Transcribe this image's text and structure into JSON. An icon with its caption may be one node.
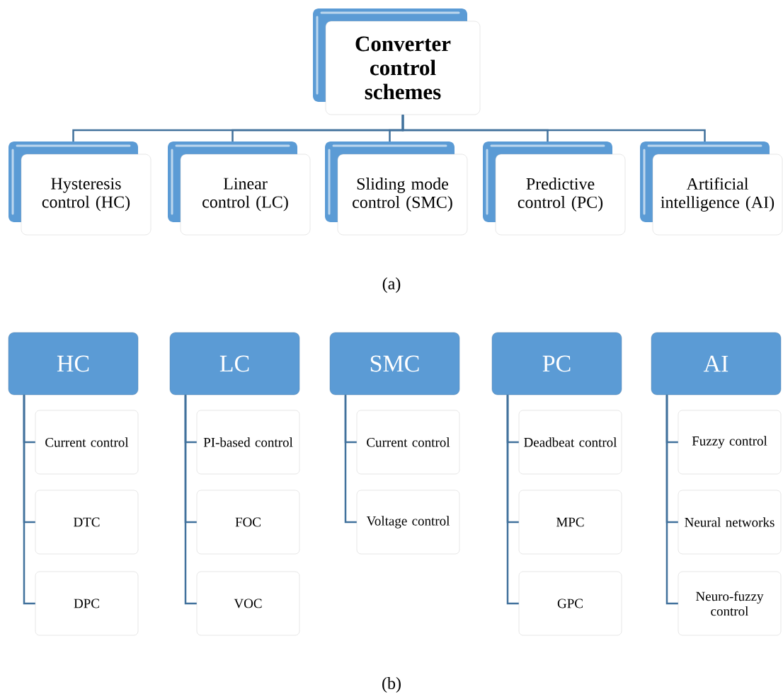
{
  "diagram": {
    "nodes": [
      {
        "text": [
          "Converter control schemes"
        ]
      },
      {
        "text": [
          "Hysteresis control (HC)"
        ]
      },
      {
        "text": [
          "Linear control (LC)"
        ]
      },
      {
        "text": [
          "Sliding mode control (SMC)"
        ]
      },
      {
        "text": [
          "Predictive control (PC)"
        ]
      },
      {
        "text": [
          "Artificial intelligence (AI)"
        ]
      },
      {
        "text": [
          "HC"
        ]
      },
      {
        "text": [
          "Current control"
        ]
      },
      {
        "text": [
          "DTC"
        ]
      },
      {
        "text": [
          "DPC"
        ]
      },
      {
        "text": [
          "LC"
        ]
      },
      {
        "text": [
          "PI-based control"
        ]
      },
      {
        "text": [
          "FOC"
        ]
      },
      {
        "text": [
          "VOC"
        ]
      },
      {
        "text": [
          "SMC"
        ]
      },
      {
        "text": [
          "Current control"
        ]
      },
      {
        "text": [
          "Voltage control"
        ]
      },
      {
        "text": [
          "PC"
        ]
      },
      {
        "text": [
          "Deadbeat control"
        ]
      },
      {
        "text": [
          "MPC"
        ]
      },
      {
        "text": [
          "GPC"
        ]
      },
      {
        "text": [
          "AI"
        ]
      },
      {
        "text": [
          "Fuzzy control"
        ]
      },
      {
        "text": [
          "Neural networks"
        ]
      },
      {
        "text": [
          "Neuro-fuzzy control"
        ]
      }
    ],
    "edges": [
      {
        "from": 0,
        "to": 1,
        "arrow": "none"
      },
      {
        "from": 0,
        "to": 2,
        "arrow": "none"
      },
      {
        "from": 0,
        "to": 3,
        "arrow": "none"
      },
      {
        "from": 0,
        "to": 4,
        "arrow": "none"
      },
      {
        "from": 0,
        "to": 5,
        "arrow": "none"
      },
      {
        "from": 6,
        "to": 7,
        "arrow": "none"
      },
      {
        "from": 6,
        "to": 8,
        "arrow": "none"
      },
      {
        "from": 6,
        "to": 9,
        "arrow": "none"
      },
      {
        "from": 10,
        "to": 11,
        "arrow": "none"
      },
      {
        "from": 10,
        "to": 12,
        "arrow": "none"
      },
      {
        "from": 10,
        "to": 13,
        "arrow": "none"
      },
      {
        "from": 14,
        "to": 15,
        "arrow": "none"
      },
      {
        "from": 14,
        "to": 16,
        "arrow": "none"
      },
      {
        "from": 17,
        "to": 18,
        "arrow": "none"
      },
      {
        "from": 17,
        "to": 19,
        "arrow": "none"
      },
      {
        "from": 17,
        "to": 20,
        "arrow": "none"
      },
      {
        "from": 21,
        "to": 22,
        "arrow": "none"
      },
      {
        "from": 21,
        "to": 23,
        "arrow": "none"
      },
      {
        "from": 21,
        "to": 24,
        "arrow": "none"
      }
    ],
    "labels": [
      "(a)",
      "(b)"
    ]
  }
}
